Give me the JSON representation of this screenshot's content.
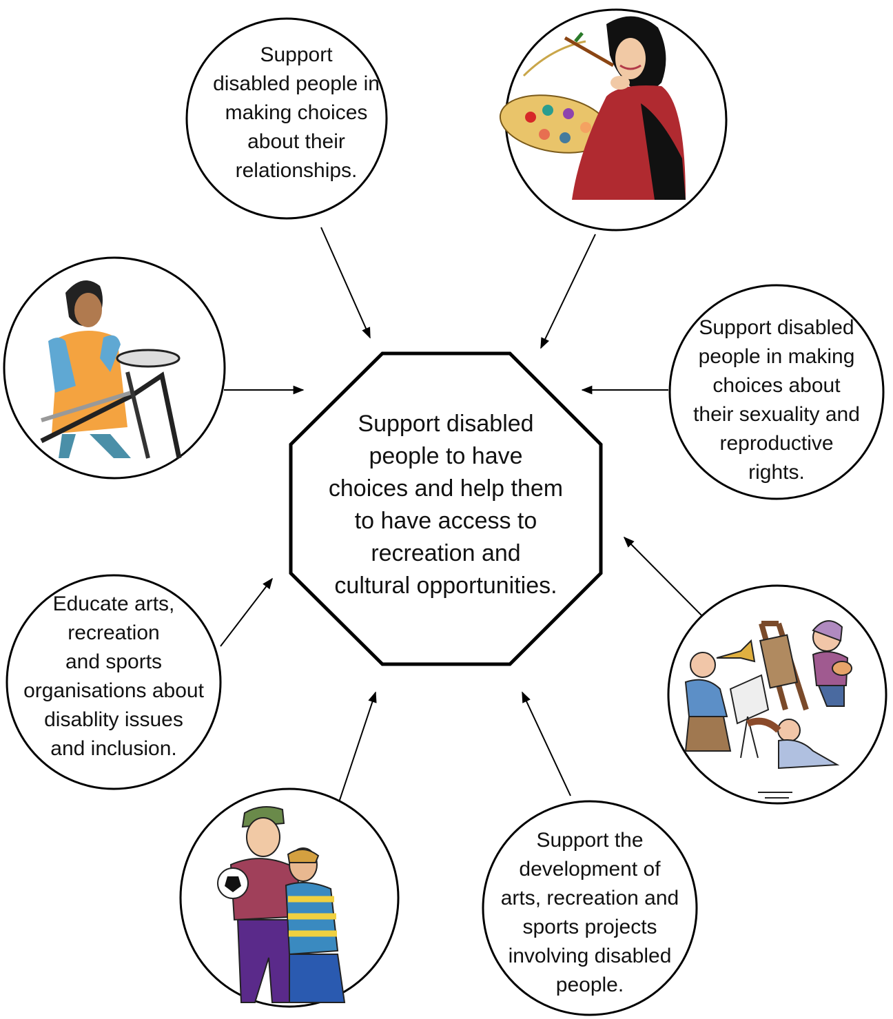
{
  "center": {
    "lines": [
      "Support disabled",
      "people to have",
      "choices and help them",
      "to have access to",
      "recreation and",
      "cultural opportunities."
    ]
  },
  "nodes": {
    "relationships": {
      "lines": [
        "Support",
        "disabled people in",
        "making choices",
        "about their",
        "relationships."
      ]
    },
    "sexuality": {
      "lines": [
        "Support disabled",
        "people in making",
        "choices about",
        "their sexuality and",
        "reproductive",
        "rights."
      ]
    },
    "educate": {
      "lines": [
        "Educate arts,",
        "recreation",
        "and sports",
        "organisations about",
        "disablity issues",
        "and inclusion."
      ]
    },
    "projects": {
      "lines": [
        "Support the",
        "development of",
        "arts, recreation and",
        "sports projects",
        "involving disabled",
        "people."
      ]
    },
    "painter": {
      "icon": "painter-with-palette-illustration"
    },
    "treadmill": {
      "icon": "woman-on-treadmill-illustration"
    },
    "arts_group": {
      "icon": "trumpet-easel-dancer-illustration"
    },
    "soccer": {
      "icon": "coach-and-boy-with-soccer-ball-illustration"
    }
  }
}
